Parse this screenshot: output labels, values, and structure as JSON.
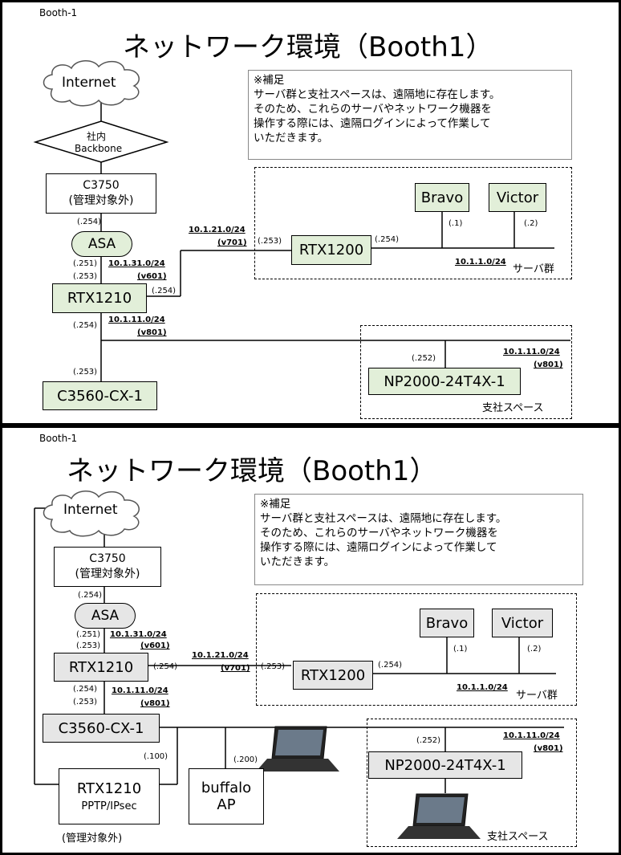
{
  "p1": {
    "tag": "Booth-1",
    "title": "ネットワーク環境（Booth1）",
    "note": [
      "※補足",
      "サーバ群と支社スペースは、遠隔地に存在します。",
      "そのため、これらのサーバやネットワーク機器を",
      "操作する際には、遠隔ログインによって作業して",
      "いただきます。"
    ],
    "internet": "Internet",
    "backbone_1": "社内",
    "backbone_2": "Backbone",
    "c3750_1": "C3750",
    "c3750_2": "(管理対象外)",
    "asa": "ASA",
    "rtx1210": "RTX1210",
    "rtx1200": "RTX1200",
    "c3560": "C3560-CX-1",
    "np2000": "NP2000-24T4X-1",
    "bravo": "Bravo",
    "victor": "Victor",
    "server_group": "サーバ群",
    "branch_space": "支社スペース",
    "ip_c3750": "(.254)",
    "ip_asa_up": "(.251)",
    "ip_rtx_up": "(.253)",
    "net_31": "10.1.31.0/24",
    "vlan_601": "(v601)",
    "ip_rtx_right": "(.254)",
    "net_21": "10.1.21.0/24",
    "vlan_701": "(v701)",
    "ip_rtx1200_left": "(.253)",
    "ip_rtx1200_right": "(.254)",
    "ip_bravo": "(.1)",
    "ip_victor": "(.2)",
    "net_1": "10.1.1.0/24",
    "ip_rtx_down": "(.254)",
    "net_11": "10.1.11.0/24",
    "vlan_801": "(v801)",
    "ip_c3560": "(.253)",
    "ip_np": "(.252)",
    "net_11_b": "10.1.11.0/24",
    "vlan_801_b": "(v801)"
  },
  "p2": {
    "tag": "Booth-1",
    "title": "ネットワーク環境（Booth1）",
    "note": [
      "※補足",
      "サーバ群と支社スペースは、遠隔地に存在します。",
      "そのため、これらのサーバやネットワーク機器を",
      "操作する際には、遠隔ログインによって作業して",
      "いただきます。"
    ],
    "internet": "Internet",
    "c3750_1": "C3750",
    "c3750_2": "(管理対象外)",
    "asa": "ASA",
    "rtx1210": "RTX1210",
    "rtx1200": "RTX1200",
    "c3560": "C3560-CX-1",
    "np2000": "NP2000-24T4X-1",
    "bravo": "Bravo",
    "victor": "Victor",
    "server_group": "サーバ群",
    "branch_space": "支社スペース",
    "rtx_pptp_1": "RTX1210",
    "rtx_pptp_2": "PPTP/IPsec",
    "rtx_pptp_3": "(管理対象外)",
    "buffalo_1": "buffalo",
    "buffalo_2": "AP",
    "ip_c3750": "(.254)",
    "ip_asa_up": "(.251)",
    "ip_rtx_up": "(.253)",
    "net_31": "10.1.31.0/24",
    "vlan_601": "(v601)",
    "ip_rtx_right": "(.254)",
    "net_21": "10.1.21.0/24",
    "vlan_701": "(v701)",
    "ip_rtx1200_left": "(.253)",
    "ip_rtx1200_right": "(.254)",
    "ip_bravo": "(.1)",
    "ip_victor": "(.2)",
    "net_1": "10.1.1.0/24",
    "ip_rtx_down": "(.254)",
    "ip_c3560_up": "(.253)",
    "net_11": "10.1.11.0/24",
    "vlan_801": "(v801)",
    "ip_pptp": "(.100)",
    "ip_buffalo": "(.200)",
    "ip_np": "(.252)",
    "net_11_b": "10.1.11.0/24",
    "vlan_801_b": "(v801)"
  }
}
